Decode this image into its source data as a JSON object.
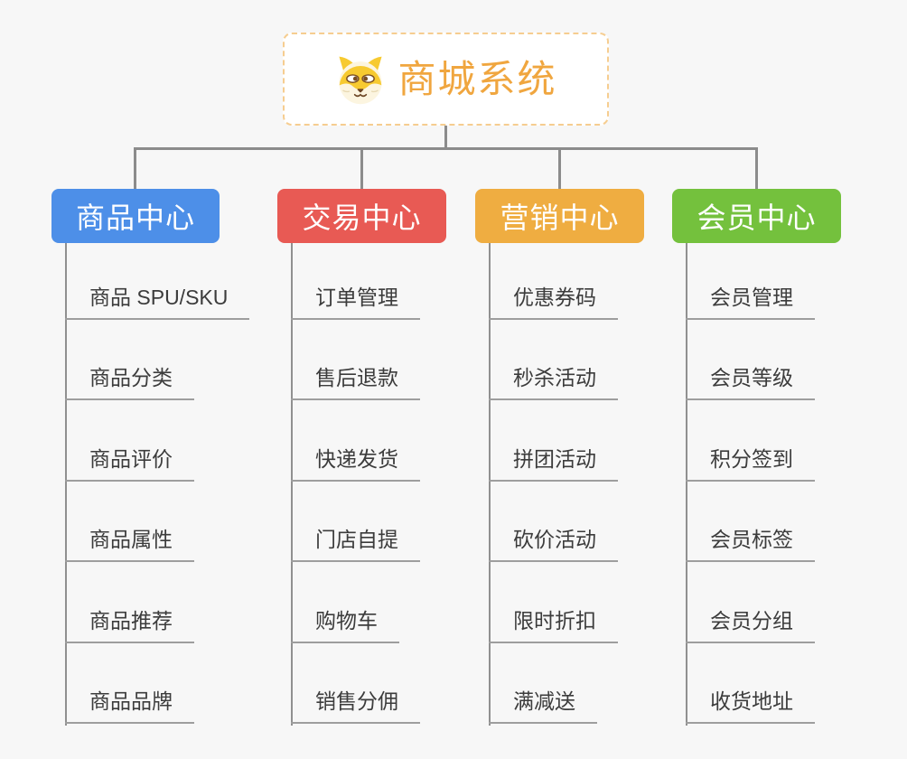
{
  "canvas": {
    "background": "#f7f7f7",
    "connector_color": "#8c8c8c",
    "underline_color": "#9e9e9e",
    "item_text_color": "#3c3c3c"
  },
  "root": {
    "title": "商城系统",
    "title_color": "#f0a63f",
    "border_color": "#f6cd90",
    "icon": "dog-face-icon"
  },
  "branches": [
    {
      "label": "商品中心",
      "color": "#4d8fe8",
      "items": [
        "商品 SPU/SKU",
        "商品分类",
        "商品评价",
        "商品属性",
        "商品推荐",
        "商品品牌"
      ]
    },
    {
      "label": "交易中心",
      "color": "#e85a54",
      "items": [
        "订单管理",
        "售后退款",
        "快递发货",
        "门店自提",
        "购物车",
        "销售分佣"
      ]
    },
    {
      "label": "营销中心",
      "color": "#efad41",
      "items": [
        "优惠券码",
        "秒杀活动",
        "拼团活动",
        "砍价活动",
        "限时折扣",
        "满减送"
      ]
    },
    {
      "label": "会员中心",
      "color": "#74c13d",
      "items": [
        "会员管理",
        "会员等级",
        "积分签到",
        "会员标签",
        "会员分组",
        "收货地址"
      ]
    }
  ]
}
